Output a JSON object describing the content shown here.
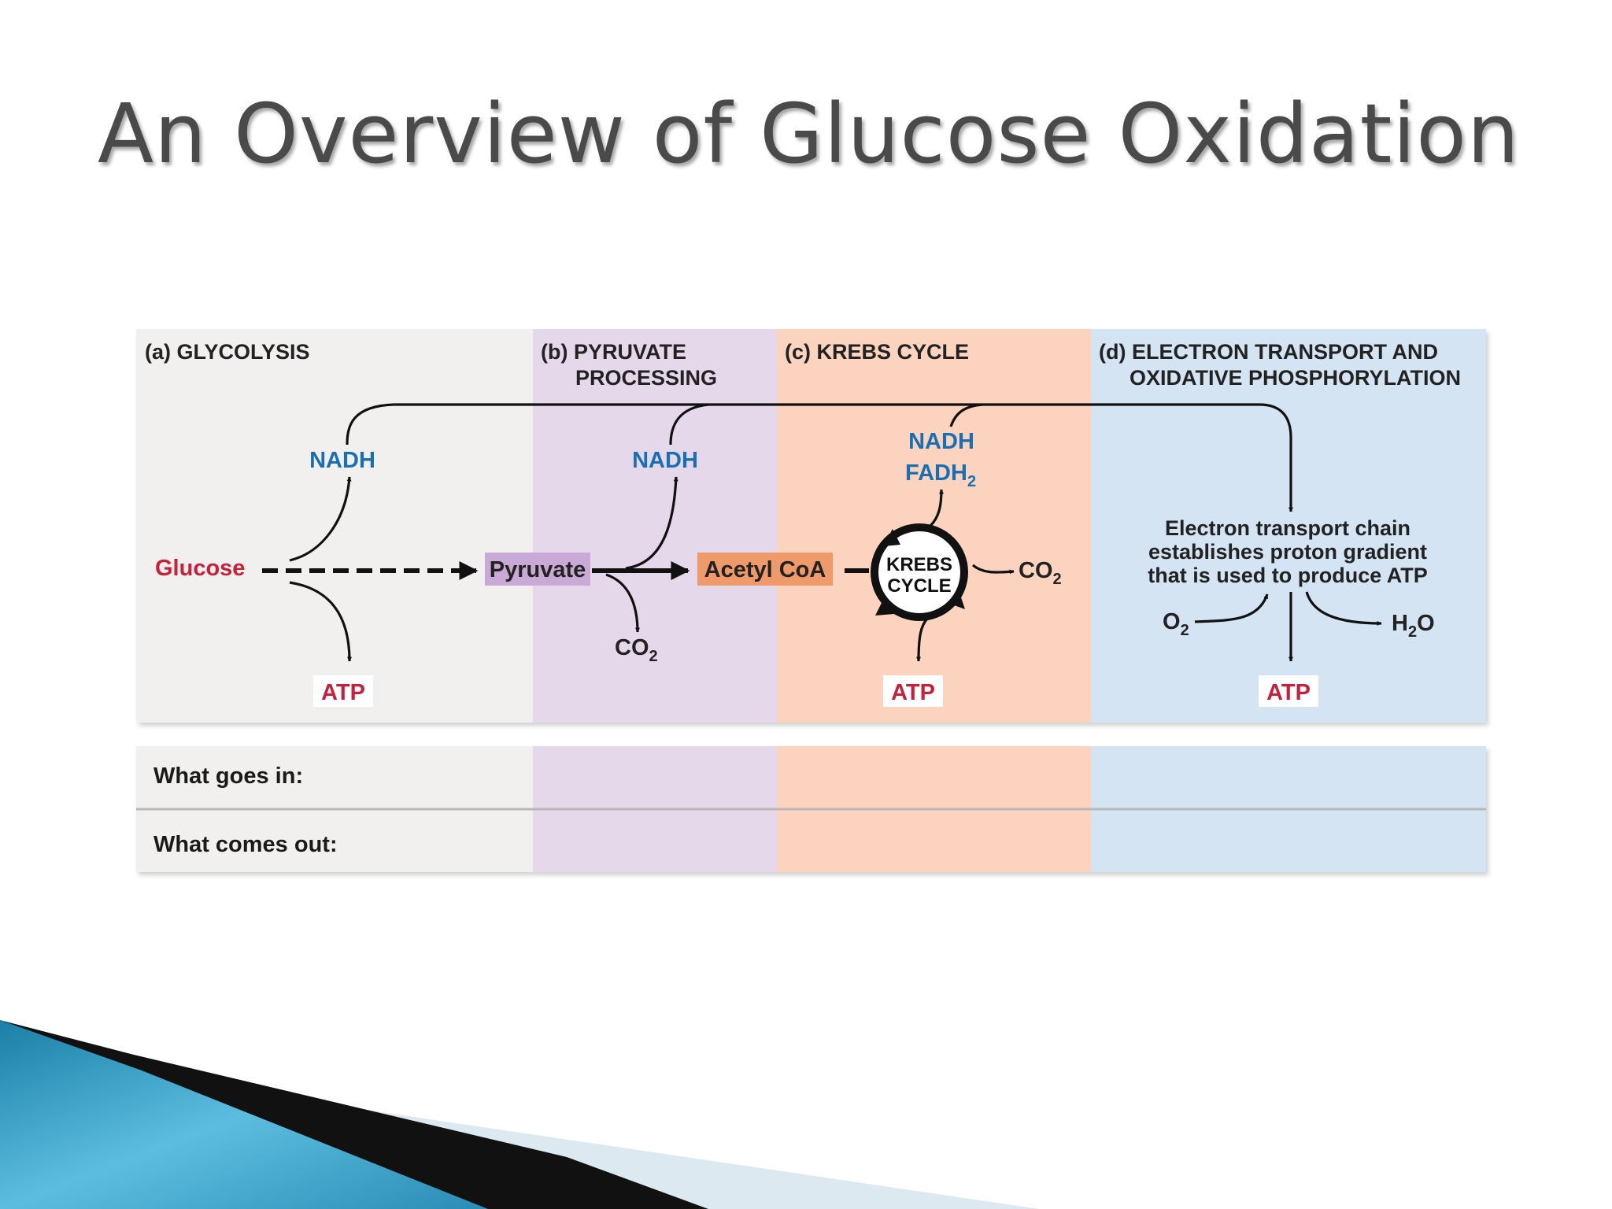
{
  "slide": {
    "title": "An Overview of Glucose Oxidation"
  },
  "colors": {
    "glycolysis": "#f2f0ee",
    "pyruvate_processing": "#e6d8eb",
    "krebs": "#fbd3bf",
    "electron_transport": "#d4e4f3",
    "nadh_text": "#1a6fb3",
    "atp_text": "#c8203a",
    "pyruvate_box": "#c9a9d6",
    "acetyl_box": "#ee9a6a"
  },
  "stages": {
    "a": {
      "label": "(a) GLYCOLYSIS"
    },
    "b": {
      "label_line1": "(b) PYRUVATE",
      "label_line2": "PROCESSING"
    },
    "c": {
      "label": "(c) KREBS CYCLE"
    },
    "d": {
      "label_line1": "(d) ELECTRON TRANSPORT AND",
      "label_line2": "OXIDATIVE PHOSPHORYLATION"
    }
  },
  "molecules": {
    "glucose": "Glucose",
    "pyruvate": "Pyruvate",
    "acetyl_coa": "Acetyl CoA",
    "nadh": "NADH",
    "fadh": "FADH",
    "subscript_2": "2",
    "atp": "ATP",
    "co": "CO",
    "o": "O",
    "h": "H",
    "krebs_line1": "KREBS",
    "krebs_line2": "CYCLE"
  },
  "etc_text": {
    "line1": "Electron transport chain",
    "line2": "establishes proton gradient",
    "line3": "that is used to produce ATP"
  },
  "table": {
    "goes_in": "What goes in:",
    "comes_out": "What comes out:"
  }
}
